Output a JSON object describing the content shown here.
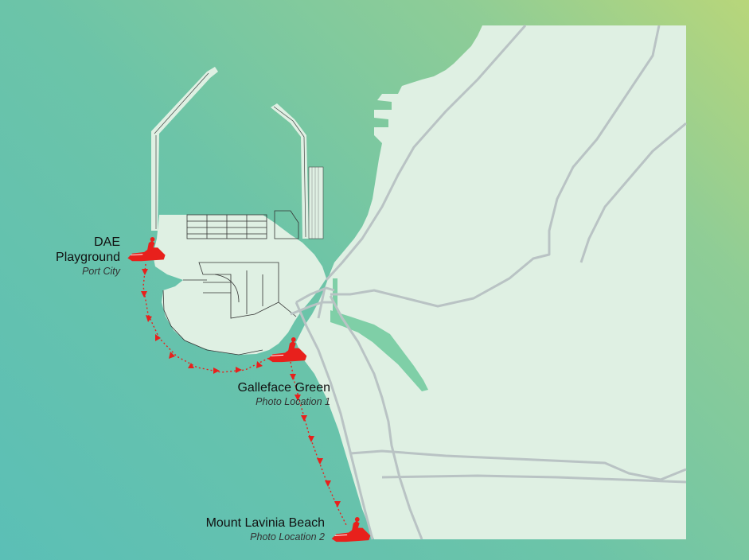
{
  "locations": [
    {
      "id": "dae",
      "name": "DAE\nPlayground",
      "name_line1": "DAE",
      "name_line2": "Playground",
      "subtitle": "Port City"
    },
    {
      "id": "galle",
      "name": "Galleface Green",
      "subtitle": "Photo Location 1"
    },
    {
      "id": "lavinia",
      "name": "Mount Lavinia Beach",
      "subtitle": "Photo Location 2"
    }
  ],
  "colors": {
    "land": "#dff0e3",
    "road": "#b9c3c4",
    "route": "#e8201c",
    "water_inlet": "#7fcfa7"
  },
  "icons": [
    "jet-ski-icon",
    "route-arrow-icon"
  ]
}
